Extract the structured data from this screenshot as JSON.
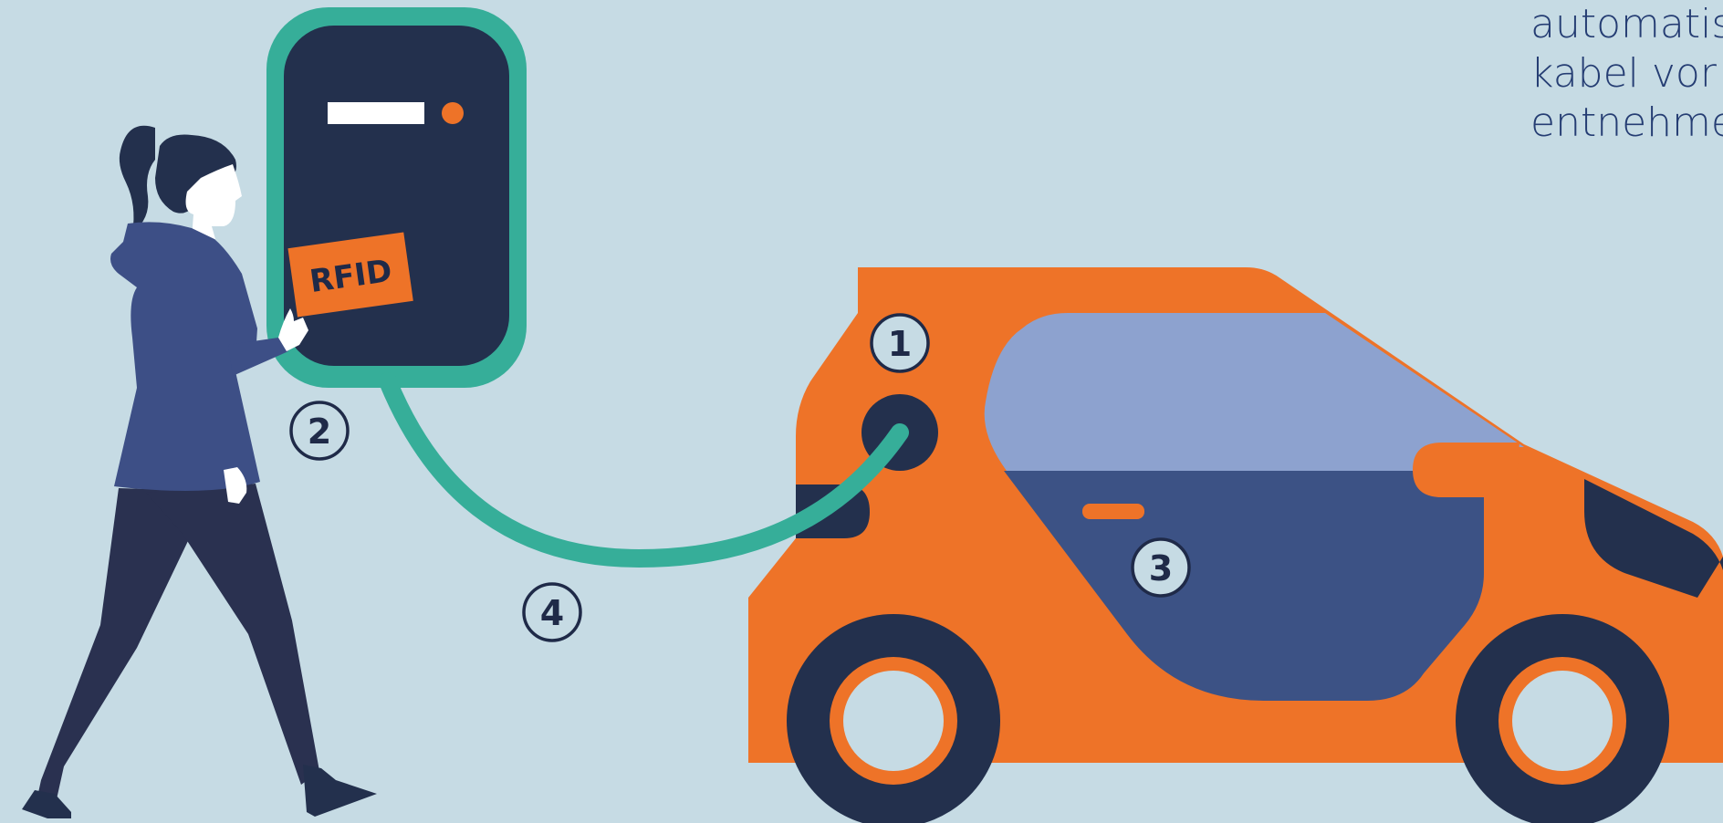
{
  "caption": {
    "lines": [
      "automatis",
      "kabel vor",
      "entnehme"
    ]
  },
  "wallbox": {
    "card_label": "RFID"
  },
  "steps": {
    "one": "1",
    "two": "2",
    "three": "3",
    "four": "4"
  },
  "colors": {
    "background": "#c6dbe4",
    "car_orange": "#ee7328",
    "navy": "#23304d",
    "teal": "#36ae99",
    "window_blue": "#8da2cf",
    "door_blue": "#3c5285",
    "coat_blue": "#3d4f86"
  }
}
